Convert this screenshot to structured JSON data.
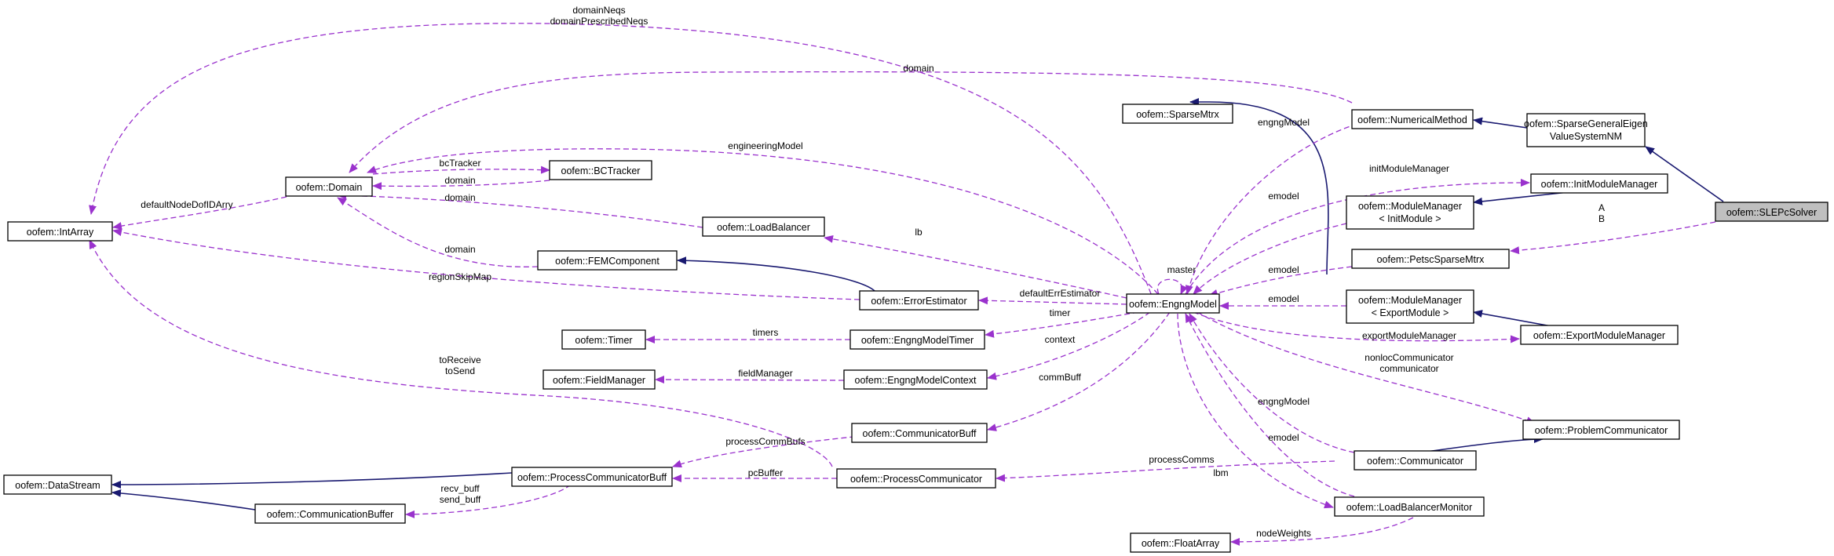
{
  "nodes": {
    "intarray": "oofem::IntArray",
    "domain": "oofem::Domain",
    "bctracker": "oofem::BCTracker",
    "loadbalancer": "oofem::LoadBalancer",
    "femcomponent": "oofem::FEMComponent",
    "errorestimator": "oofem::ErrorEstimator",
    "timer": "oofem::Timer",
    "engngmodeltimer": "oofem::EngngModelTimer",
    "fieldmanager": "oofem::FieldManager",
    "engngmodelcontext": "oofem::EngngModelContext",
    "communicatorbuff": "oofem::CommunicatorBuff",
    "datastream": "oofem::DataStream",
    "processcommunicatorbuff": "oofem::ProcessCommunicatorBuff",
    "communicationbuffer": "oofem::CommunicationBuffer",
    "processcommunicator": "oofem::ProcessCommunicator",
    "sparsemtrx": "oofem::SparseMtrx",
    "numericalmethod": "oofem::NumericalMethod",
    "sparsegeneraleigen_1": "oofem::SparseGeneralEigen",
    "sparsegeneraleigen_2": "ValueSystemNM",
    "initmodulemanager": "oofem::InitModuleManager",
    "modulemanager_init_1": "oofem::ModuleManager",
    "modulemanager_init_2": "< InitModule >",
    "petscsparsemtrx": "oofem::PetscSparseMtrx",
    "engngmodel": "oofem::EngngModel",
    "modulemanager_export_1": "oofem::ModuleManager",
    "modulemanager_export_2": "< ExportModule >",
    "exportmodulemanager": "oofem::ExportModuleManager",
    "problemcommunicator": "oofem::ProblemCommunicator",
    "communicator": "oofem::Communicator",
    "loadbalancermonitor": "oofem::LoadBalancerMonitor",
    "floatarray": "oofem::FloatArray",
    "slepcsolver": "oofem::SLEPcSolver"
  },
  "edge_labels": {
    "domain_neqs_1": "domainNeqs",
    "domain_neqs_2": "domainPrescribedNeqs",
    "domain_top": "domain",
    "engngmodel_top": "engngModel",
    "engineering_model": "engineeringModel",
    "bc_tracker": "bcTracker",
    "domain_bct": "domain",
    "domain_lb": "domain",
    "default_node_dof": "defaultNodeDofIDArry",
    "domain_fem": "domain",
    "region_skip": "regionSkipMap",
    "lb": "lb",
    "master": "master",
    "default_err": "defaultErrEstimator",
    "timer": "timer",
    "timers": "timers",
    "context": "context",
    "field_manager": "fieldManager",
    "comm_buff": "commBuff",
    "to_receive": "toReceive",
    "to_send": "toSend",
    "process_comm_bufs": "processCommBufs",
    "recv_buff": "recv_buff",
    "send_buff": "send_buff",
    "pc_buffer": "pcBuffer",
    "process_comms": "processComms",
    "init_module_manager": "initModuleManager",
    "emodel_1": "emodel",
    "emodel_2": "emodel",
    "emodel_3": "emodel",
    "emodel_4": "emodel",
    "matrix_a": "A",
    "matrix_b": "B",
    "export_module_manager": "exportModuleManager",
    "nonloc_comm": "nonlocCommunicator",
    "communicator": "communicator",
    "engngmodel_comm": "engngModel",
    "lbm": "lbm",
    "node_weights": "nodeWeights"
  },
  "colors": {
    "inheritance": "#191970",
    "usage": "#9a32cd",
    "focus_fill": "#bfbfbf"
  }
}
